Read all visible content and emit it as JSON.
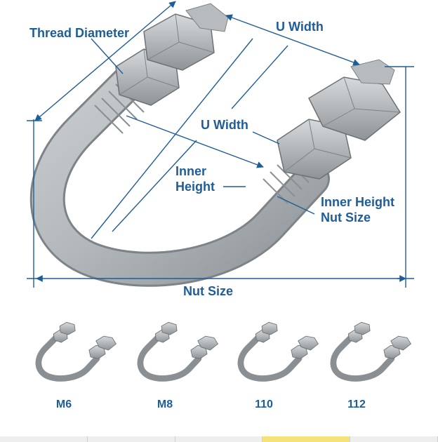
{
  "labels": {
    "thread_diameter": "Thread Diameter",
    "u_width_top": "U Width",
    "u_width_mid": "U Width",
    "inner_height_line1": "Inner",
    "inner_height_line2": "Height",
    "inner_height_nut_line1": "Inner Height",
    "inner_height_nut_line2": "Nut Size",
    "nut_size": "Nut Size"
  },
  "sizes": [
    {
      "label": "M6"
    },
    {
      "label": "M8"
    },
    {
      "label": "110"
    },
    {
      "label": "112"
    }
  ],
  "colors": {
    "accent": "#1f5d99",
    "metal_dark": "#8d9296",
    "metal_light": "#cfd3d5"
  }
}
